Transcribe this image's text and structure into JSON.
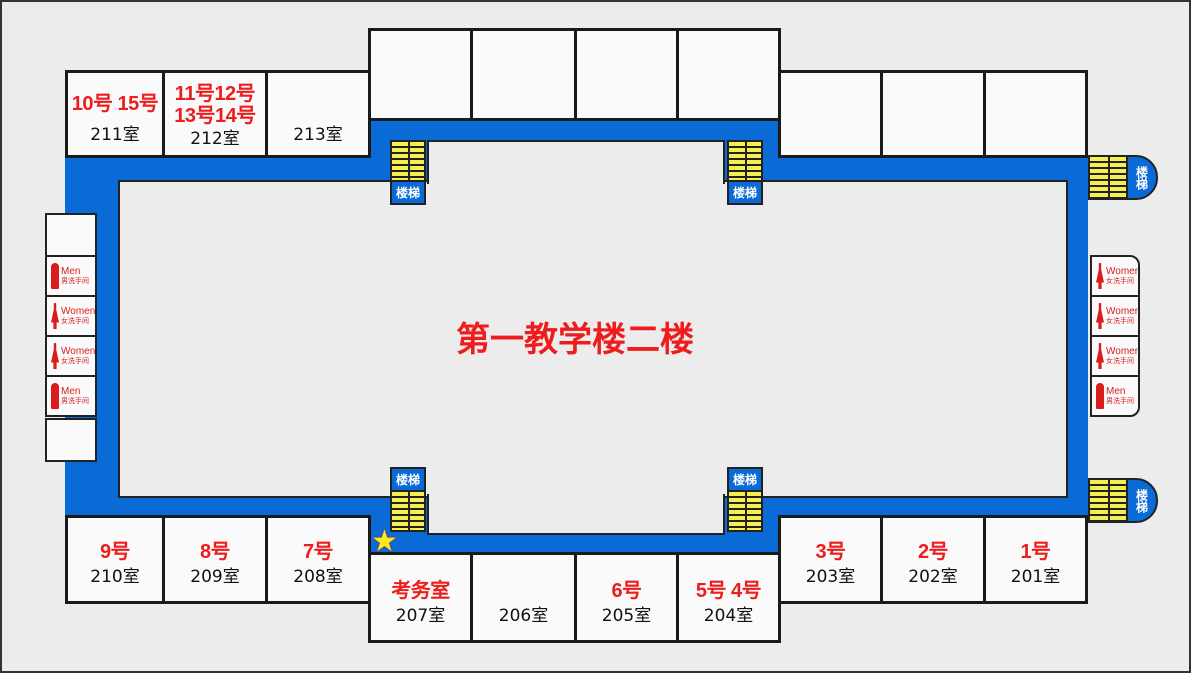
{
  "title": "第一教学楼二楼",
  "stairs_label": "楼梯",
  "restrooms": {
    "men": "Men",
    "men_cn": "男洗手间",
    "women": "Women",
    "women_cn": "女洗手间"
  },
  "rooms": {
    "r211": {
      "num": "211室",
      "tag": "10号 15号"
    },
    "r212": {
      "num": "212室",
      "tag": "11号12号 13号14号"
    },
    "r213": {
      "num": "213室",
      "tag": ""
    },
    "r210": {
      "num": "210室",
      "tag": "9号"
    },
    "r209": {
      "num": "209室",
      "tag": "8号"
    },
    "r208": {
      "num": "208室",
      "tag": "7号"
    },
    "r207": {
      "num": "207室",
      "tag": "考务室"
    },
    "r206": {
      "num": "206室",
      "tag": ""
    },
    "r205": {
      "num": "205室",
      "tag": "6号"
    },
    "r204": {
      "num": "204室",
      "tag": "5号 4号"
    },
    "r203": {
      "num": "203室",
      "tag": "3号"
    },
    "r202": {
      "num": "202室",
      "tag": "2号"
    },
    "r201": {
      "num": "201室",
      "tag": "1号"
    }
  },
  "colors": {
    "corridor": "#0a6ad6",
    "label": "#ee1c1c",
    "stairs": "#f5ef50"
  }
}
